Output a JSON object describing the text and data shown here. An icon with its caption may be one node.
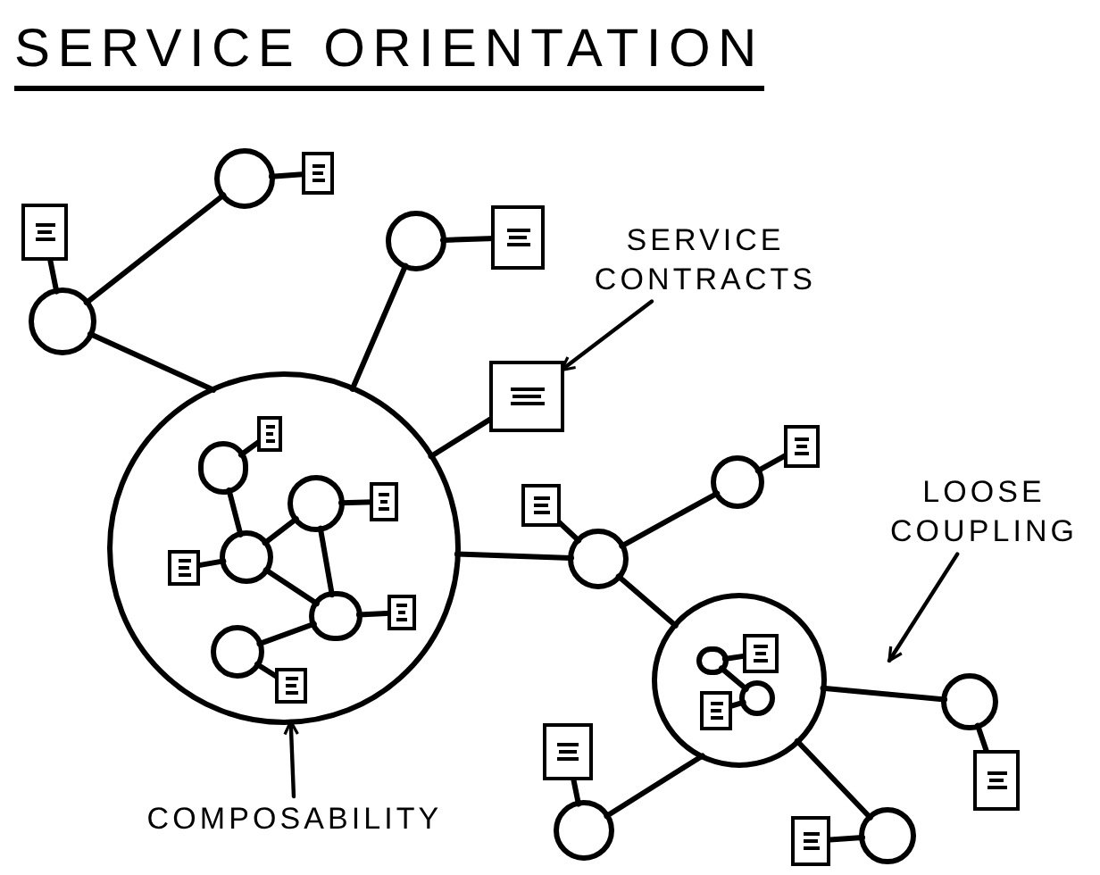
{
  "diagram": {
    "title": "SERVICE ORIENTATION",
    "nodes": [
      {
        "text": [],
        "shape": "document"
      },
      {
        "text": [],
        "shape": "circle"
      },
      {
        "text": [],
        "shape": "document"
      },
      {
        "text": [],
        "shape": "circle"
      },
      {
        "text": [],
        "shape": "circle"
      },
      {
        "text": [],
        "shape": "document"
      },
      {
        "text": [
          "SERVICE CONTRACTS"
        ]
      },
      {
        "text": [],
        "shape": "document"
      },
      {
        "text": [],
        "shape": "circle"
      },
      {
        "text": [],
        "shape": "circle",
        "in": 8
      },
      {
        "text": [],
        "shape": "document",
        "in": 8
      },
      {
        "text": [],
        "shape": "circle",
        "in": 8
      },
      {
        "text": [],
        "shape": "document",
        "in": 8
      },
      {
        "text": [],
        "shape": "circle",
        "in": 8
      },
      {
        "text": [],
        "shape": "document",
        "in": 8
      },
      {
        "text": [],
        "shape": "circle",
        "in": 8
      },
      {
        "text": [],
        "shape": "document",
        "in": 8
      },
      {
        "text": [],
        "shape": "circle",
        "in": 8
      },
      {
        "text": [],
        "shape": "document",
        "in": 8
      },
      {
        "text": [],
        "shape": "document"
      },
      {
        "text": [],
        "shape": "circle"
      },
      {
        "text": [],
        "shape": "document"
      },
      {
        "text": [],
        "shape": "circle"
      },
      {
        "text": [
          "LOOSE COUPLING"
        ]
      },
      {
        "text": [],
        "shape": "circle"
      },
      {
        "text": [],
        "shape": "circle",
        "in": 24
      },
      {
        "text": [],
        "shape": "document",
        "in": 24
      },
      {
        "text": [],
        "shape": "document",
        "in": 24
      },
      {
        "text": [],
        "shape": "circle",
        "in": 24
      },
      {
        "text": [],
        "shape": "circle"
      },
      {
        "text": [],
        "shape": "document"
      },
      {
        "text": [],
        "shape": "document"
      },
      {
        "text": [],
        "shape": "circle"
      },
      {
        "text": [],
        "shape": "document"
      },
      {
        "text": [],
        "shape": "circle"
      },
      {
        "text": [
          "COMPOSABILITY"
        ]
      }
    ],
    "edges": [
      {
        "from": 0,
        "to": 3,
        "arrow": "none"
      },
      {
        "from": 3,
        "to": 1,
        "arrow": "none"
      },
      {
        "from": 1,
        "to": 2,
        "arrow": "none"
      },
      {
        "from": 3,
        "to": 8,
        "arrow": "none"
      },
      {
        "from": 4,
        "to": 5,
        "arrow": "none"
      },
      {
        "from": 4,
        "to": 8,
        "arrow": "none"
      },
      {
        "from": 7,
        "to": 8,
        "arrow": "none"
      },
      {
        "from": 8,
        "to": 22,
        "arrow": "none"
      },
      {
        "from": 22,
        "to": 19,
        "arrow": "none"
      },
      {
        "from": 22,
        "to": 20,
        "arrow": "none"
      },
      {
        "from": 20,
        "to": 21,
        "arrow": "none"
      },
      {
        "from": 22,
        "to": 24,
        "arrow": "none"
      },
      {
        "from": 9,
        "to": 10,
        "arrow": "none"
      },
      {
        "from": 9,
        "to": 13,
        "arrow": "none"
      },
      {
        "from": 13,
        "to": 14,
        "arrow": "none"
      },
      {
        "from": 13,
        "to": 11,
        "arrow": "none"
      },
      {
        "from": 11,
        "to": 12,
        "arrow": "none"
      },
      {
        "from": 13,
        "to": 15,
        "arrow": "none"
      },
      {
        "from": 11,
        "to": 15,
        "arrow": "none"
      },
      {
        "from": 15,
        "to": 16,
        "arrow": "none"
      },
      {
        "from": 15,
        "to": 17,
        "arrow": "none"
      },
      {
        "from": 17,
        "to": 18,
        "arrow": "none"
      },
      {
        "from": 25,
        "to": 26,
        "arrow": "none"
      },
      {
        "from": 25,
        "to": 28,
        "arrow": "none"
      },
      {
        "from": 28,
        "to": 27,
        "arrow": "none"
      },
      {
        "from": 24,
        "to": 29,
        "arrow": "none"
      },
      {
        "from": 29,
        "to": 30,
        "arrow": "none"
      },
      {
        "from": 24,
        "to": 32,
        "arrow": "none"
      },
      {
        "from": 32,
        "to": 31,
        "arrow": "none"
      },
      {
        "from": 24,
        "to": 34,
        "arrow": "none"
      },
      {
        "from": 34,
        "to": 33,
        "arrow": "none"
      },
      {
        "from": 6,
        "to": 7,
        "arrow": "to"
      },
      {
        "from": 23,
        "to": null,
        "arrow": "to"
      },
      {
        "from": 35,
        "to": 8,
        "arrow": "to"
      }
    ]
  }
}
